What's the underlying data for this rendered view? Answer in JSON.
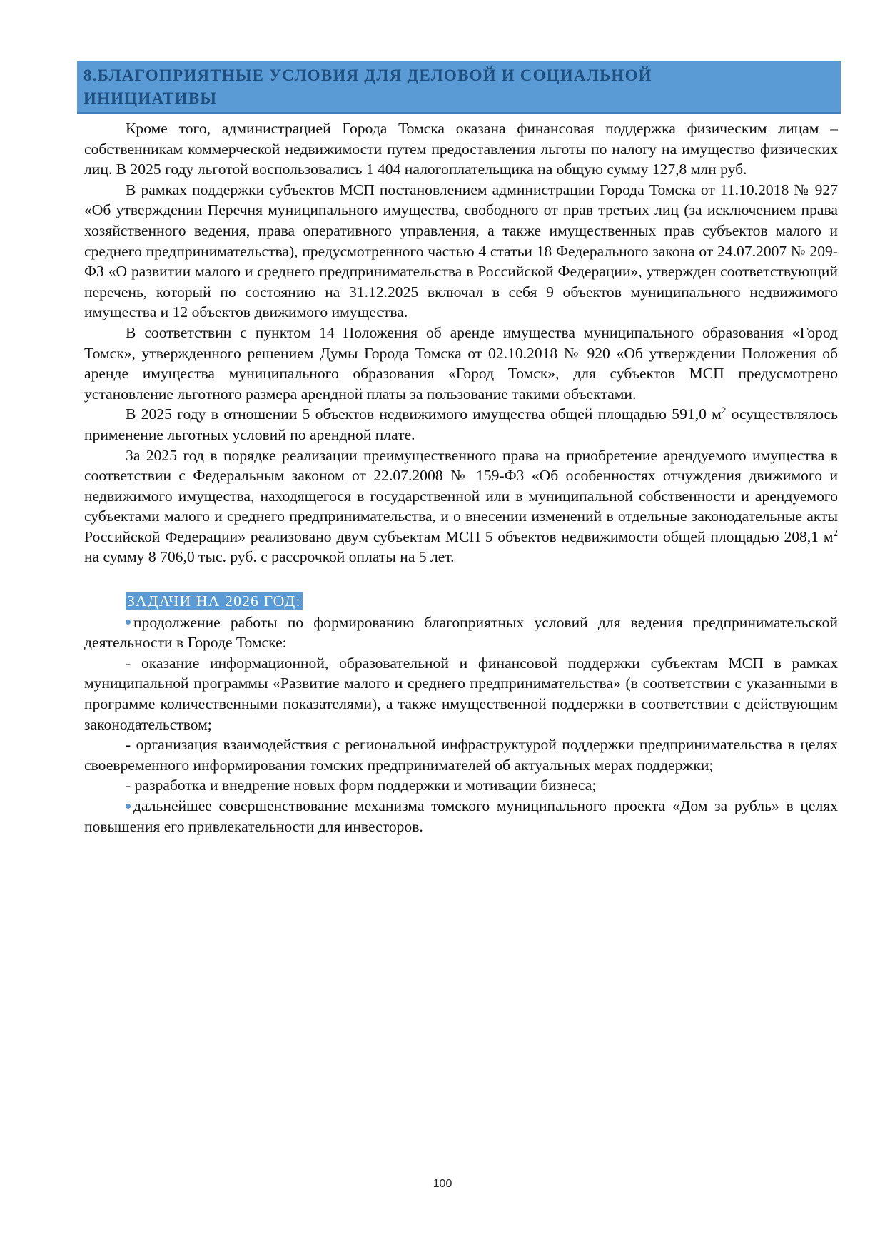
{
  "heading": {
    "line1": "8.БЛАГОПРИЯТНЫЕ УСЛОВИЯ ДЛЯ ДЕЛОВОЙ И СОЦИАЛЬНОЙ",
    "line2": "ИНИЦИАТИВЫ"
  },
  "paragraphs": [
    "Кроме того, администрацией Города Томска оказана финансовая поддержка физическим лицам – собственникам коммерческой недвижимости путем предоставления льготы по налогу на имущество физических лиц. В 2025 году льготой воспользовались 1 404 налогоплательщика на общую сумму 127,8 млн руб.",
    "В рамках поддержки субъектов МСП постановлением администрации Города Томска от 11.10.2018 № 927 «Об утверждении Перечня муниципального имущества, свободного от прав третьих лиц (за исключением права хозяйственного ведения, права оперативного управления, а также имущественных прав субъектов малого и среднего предпринимательства), предусмотренного частью 4 статьи 18 Федерального закона от 24.07.2007 № 209-ФЗ «О развитии малого и среднего предпринимательства в Российской Федерации», утвержден соответствующий перечень, который по состоянию на 31.12.2025 включал в себя 9 объектов муниципального недвижимого имущества и 12 объектов движимого имущества.",
    "В соответствии с пунктом 14 Положения об аренде имущества муниципального образования «Город Томск», утвержденного решением Думы Города Томска от 02.10.2018 № 920 «Об утверждении Положения об аренде имущества муниципального образования «Город Томск», для субъектов МСП предусмотрено установление льготного размера арендной платы за пользование такими объектами."
  ],
  "p4": {
    "text_before": "В 2025 году в отношении 5 объектов недвижимого имущества общей площадью 591,0 м",
    "sup": "2",
    "text_after": " осуществлялось применение льготных условий по арендной плате."
  },
  "p5": {
    "text_before": "За 2025 год в порядке реализации преимущественного права на приобретение арендуемого имущества в соответствии с Федеральным законом от 22.07.2008 № 159-ФЗ «Об особенностях отчуждения движимого и недвижимого имущества, находящегося в государственной или в муниципальной собственности и арендуемого субъектами малого и среднего предпринимательства, и о внесении изменений в отдельные законодательные акты Российской Федерации» реализовано двум субъектам МСП 5 объектов недвижимости общей площадью 208,1 м",
    "sup": "2",
    "text_after": " на сумму 8 706,0 тыс. руб. с рассрочкой оплаты на 5 лет."
  },
  "tasks": {
    "title": "ЗАДАЧИ НА 2026 ГОД:",
    "item1": "продолжение работы по формированию благоприятных условий для ведения предпринимательской деятельности в Городе Томске:",
    "sub1": "- оказание информационной, образовательной и финансовой поддержки субъектам МСП в рамках муниципальной программы «Развитие малого и среднего предпринимательства» (в соответствии с указанными в программе количественными показателями), а также имущественной поддержки в соответствии с действующим законодательством;",
    "sub2": "- организация взаимодействия с региональной инфраструктурой поддержки предпринимательства в целях своевременного информирования томских предпринимателей об актуальных мерах поддержки;",
    "sub3": "- разработка и внедрение новых форм поддержки и мотивации бизнеса;",
    "item2": "дальнейшее совершенствование механизма томского муниципального проекта «Дом за рубль» в целях повышения его привлекательности для инвесторов."
  },
  "page_number": "100",
  "colors": {
    "accent": "#5b9bd5",
    "heading_text": "#1f4f7e"
  }
}
